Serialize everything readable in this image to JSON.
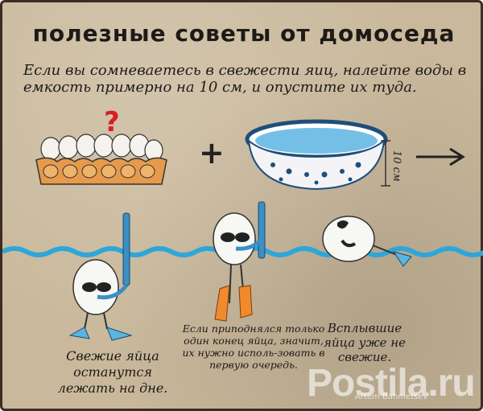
{
  "title": "полезные советы от домоседа",
  "intro": "Если вы сомневаетесь в свежести яиц, налейте воды в емкость примерно на 10 см, и опустите их туда.",
  "question_mark": "?",
  "plus_sign": "+",
  "bowl_depth_label": "10 см",
  "captions": {
    "fresh": "Свежие яйца останутся лежать на дне.",
    "semi": "Если приподнялся только один конец яйца, значит, их нужно исполь-зовать в первую очередь.",
    "stale": "Всплывшие яйца уже не свежие."
  },
  "watermark": "Postila.ru",
  "watermark_sub": "Artem Bahmetsev",
  "colors": {
    "background": "#c9b89b",
    "water": "#2fa6d8",
    "accent_question": "#d91f24"
  }
}
